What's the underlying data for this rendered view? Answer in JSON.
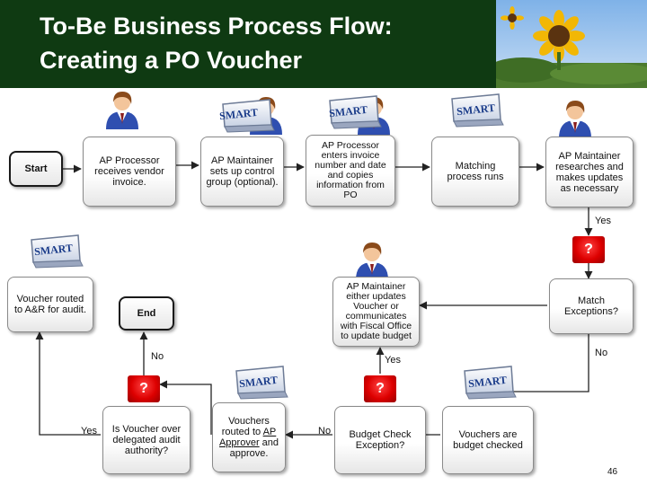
{
  "title": {
    "line1": "To-Be Business Process Flow:",
    "line2": "Creating a PO Voucher"
  },
  "colors": {
    "header_bg": "#0f3a12",
    "decision_red": "#dd0000",
    "smart_blue": "#1b3c8a",
    "shirt_blue": "#2f4fb0"
  },
  "icons": {
    "person": "person-icon",
    "smart_monitor": "smart-monitor-icon",
    "decision": "question-diamond-icon",
    "photo": "sunflower-photo"
  },
  "smart_label": "SMART",
  "start_label": "Start",
  "end_label": "End",
  "decision_mark": "?",
  "boxes": {
    "ap_receives": {
      "l1": "AP Processor",
      "l2": "receives vendor",
      "l3": "invoice."
    },
    "ap_maintainer_setup": {
      "l1": "AP Maintainer",
      "l2": "sets up control",
      "l3": "group (optional)."
    },
    "ap_enters": {
      "l1": "AP Processor",
      "l2": "enters invoice",
      "l3": "number and date",
      "l4": "and copies",
      "l5": "information from",
      "l6": "PO"
    },
    "matching": {
      "l1": "Matching",
      "l2": "process runs"
    },
    "ap_researches": {
      "l1": "AP Maintainer",
      "l2": "researches and",
      "l3": "makes updates",
      "l4": "as necessary"
    },
    "voucher_routed": {
      "l1": "Voucher routed",
      "l2": "to A&R for audit."
    },
    "ap_updates": {
      "l1": "AP Maintainer",
      "l2": "either updates",
      "l3": "Voucher or",
      "l4": "communicates",
      "l5": "with Fiscal Office",
      "l6": "to update budget"
    },
    "match_exceptions": {
      "l1": "Match",
      "l2": "Exceptions?"
    },
    "delegated": {
      "l1": "Is Voucher over",
      "l2": "delegated audit",
      "l3": "authority?"
    },
    "vouchers_routed": {
      "l1": "Vouchers",
      "l2": "routed to",
      "l2b": "AP",
      "l3a": "Approver",
      "l3b": "and",
      "l4": "approve."
    },
    "budget_check": {
      "l1": "Budget Check",
      "l2": "Exception?"
    },
    "budget_checked": {
      "l1": "Vouchers are",
      "l2": "budget checked"
    }
  },
  "edge_labels": {
    "yes_right": "Yes",
    "no_left": "No",
    "yes_mid": "Yes",
    "no_right": "No",
    "yes_bottom": "Yes",
    "no_bottom": "No"
  },
  "page_number": "46"
}
